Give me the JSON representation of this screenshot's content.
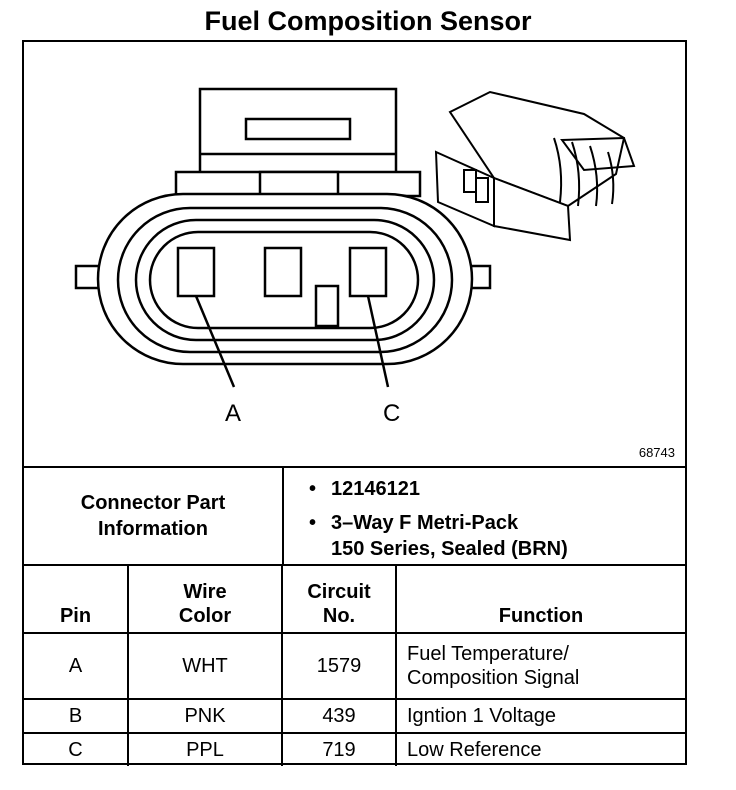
{
  "title": "Fuel Composition Sensor",
  "figure_number": "68743",
  "pin_labels": {
    "a": "A",
    "c": "C"
  },
  "connector": {
    "heading_line1": "Connector Part",
    "heading_line2": "Information",
    "bullet": "•",
    "part_number": "12146121",
    "description_line1": "3–Way F Metri-Pack",
    "description_line2": "150 Series, Sealed (BRN)"
  },
  "table": {
    "headers": {
      "pin": "Pin",
      "wire_color_line1": "Wire",
      "wire_color_line2": "Color",
      "circuit_line1": "Circuit",
      "circuit_line2": "No.",
      "function": "Function"
    },
    "rows": [
      {
        "pin": "A",
        "wire": "WHT",
        "circuit": "1579",
        "function_line1": "Fuel Temperature/",
        "function_line2": "Composition Signal"
      },
      {
        "pin": "B",
        "wire": "PNK",
        "circuit": "439",
        "function_line1": "Igntion 1 Voltage"
      },
      {
        "pin": "C",
        "wire": "PPL",
        "circuit": "719",
        "function_line1": "Low Reference"
      }
    ]
  }
}
